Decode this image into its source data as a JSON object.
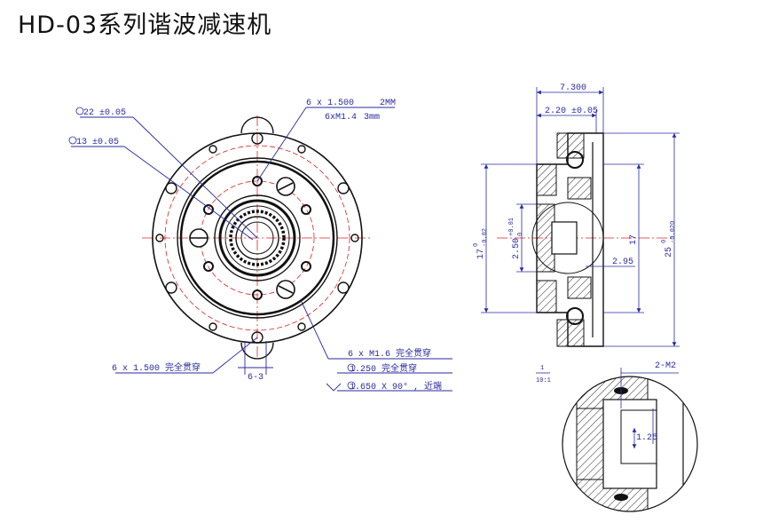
{
  "title": "HD-03系列谐波减速机",
  "front_view": {
    "label_d22": "22 ±0.05",
    "label_d13": "13 ±0.05",
    "label_top_holes": "6 x  1.500",
    "label_top_depth": "2MM",
    "label_top_thread": "6xM1.4",
    "label_top_thread_depth": "3mm",
    "label_left_holes": "6 x  1.500 完全贯穿",
    "label_6_3": "6-3",
    "label_m16": "6 x  M1.6  完全贯穿",
    "label_1250": " 1.250 完全贯穿",
    "label_1650": " 1.650 X 90° , 近端"
  },
  "side_view": {
    "dim_7300": "7.300",
    "dim_220": "2.20 ±0.05",
    "dim_d17_left": "17",
    "dim_d17_left_tol_top": "0",
    "dim_d17_left_tol_bot": "-0.02",
    "dim_d250": "2.50",
    "dim_d250_tol_top": "+0.01",
    "dim_d250_tol_bot": "0",
    "dim_d17_right": "17",
    "dim_d25": "25",
    "dim_d25_tol_top": "0",
    "dim_d25_tol_bot": "-0.020",
    "dim_295": "2.95"
  },
  "detail": {
    "scale_top": "1",
    "scale_bot": "10:1",
    "label_2m2": "2-M2",
    "label_125": "1.25"
  }
}
